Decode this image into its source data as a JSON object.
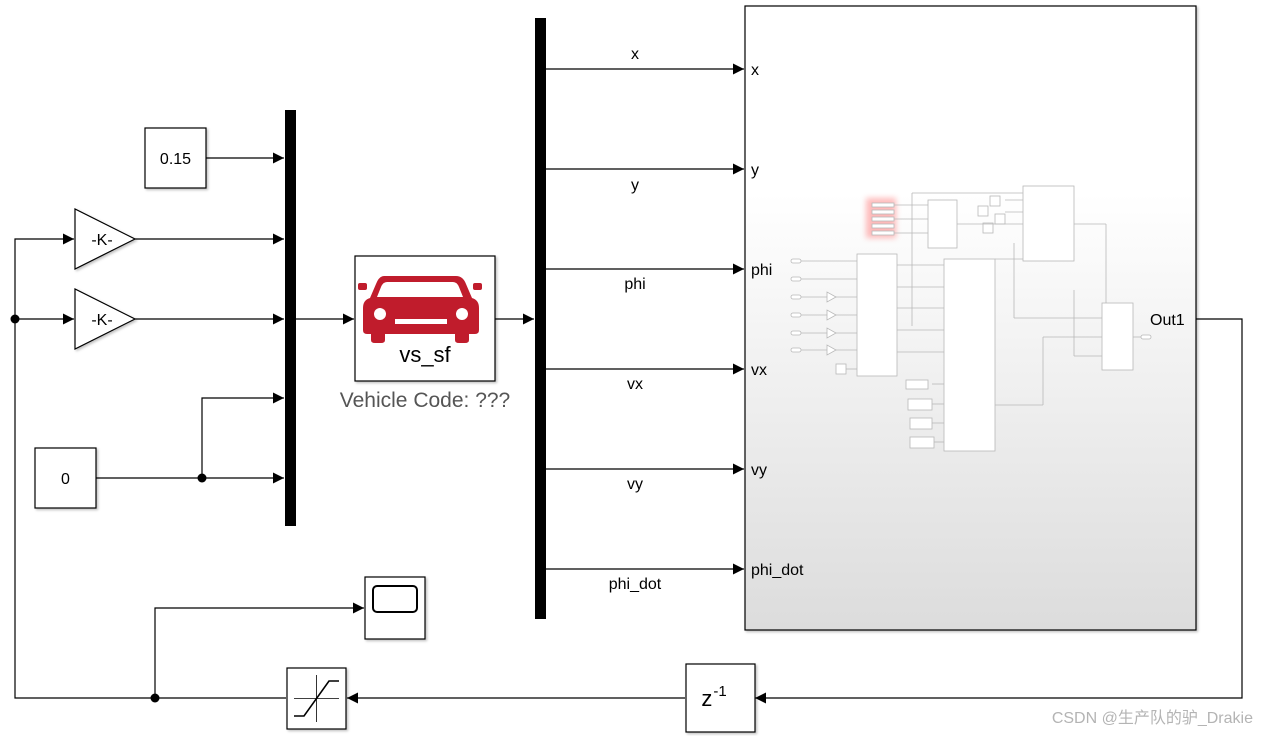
{
  "blocks": {
    "constant_015": "0.15",
    "gain_top": "-K-",
    "gain_bottom": "-K-",
    "constant_0": "0",
    "vehicle_name": "vs_sf",
    "vehicle_caption": "Vehicle Code: ???",
    "unit_delay_base": "z",
    "unit_delay_exp": "-1"
  },
  "signals": [
    {
      "label": "x",
      "port": "x"
    },
    {
      "label": "y",
      "port": "y"
    },
    {
      "label": "phi",
      "port": "phi"
    },
    {
      "label": "vx",
      "port": "vx"
    },
    {
      "label": "vy",
      "port": "vy"
    },
    {
      "label": "phi_dot",
      "port": "phi_dot"
    }
  ],
  "subsystem_output": "Out1",
  "watermark": "CSDN @生产队的驴_Drakie",
  "colors": {
    "vehicle_icon": "#c01c2c",
    "line": "#000000",
    "subsystem_gradient_bottom": "#dcdcdc"
  }
}
